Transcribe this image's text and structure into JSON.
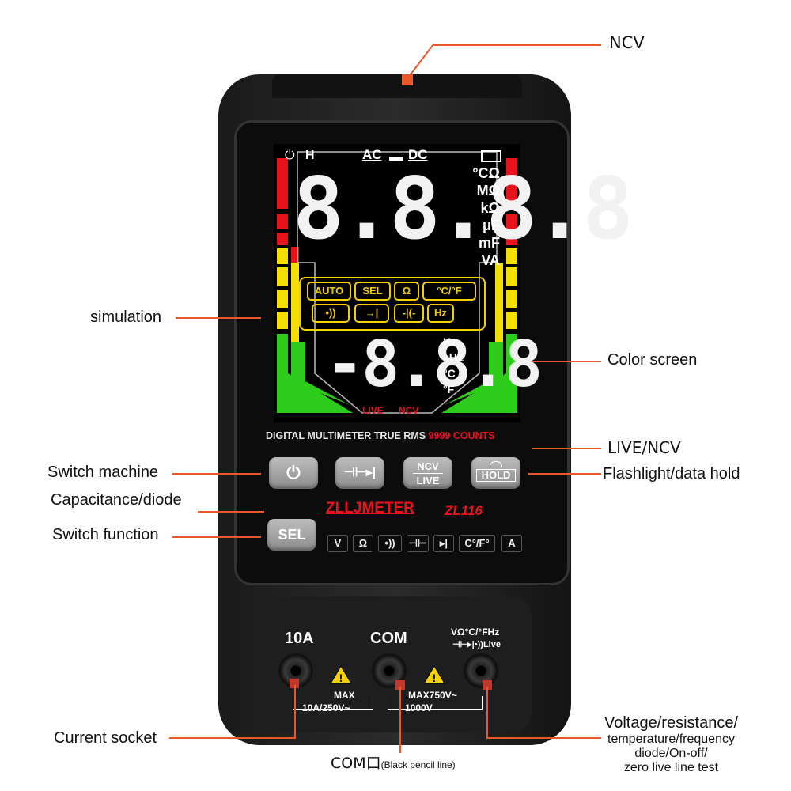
{
  "callouts": {
    "ncv": "NCV",
    "simulation": "simulation",
    "color_screen": "Color screen",
    "live_ncv": "LIVE/NCV",
    "switch_machine": "Switch machine",
    "flashlight": "Flashlight/data hold",
    "cap_diode": "Capacitance/diode",
    "switch_function": "Switch function",
    "current_socket": "Current socket",
    "com_black": "COM口",
    "com_black_sub": "(Black pencil line)",
    "voltage_title": "Voltage/resistance/",
    "voltage_l2": "temperature/frequency",
    "voltage_l3": "diode/On-off/",
    "voltage_l4": "zero live line test"
  },
  "screen": {
    "power_h": "H",
    "ac": "AC",
    "dc": "DC",
    "main_digits": "8.8.8.8",
    "units_right": [
      "°CΩ",
      "MΩ",
      "kΩ",
      "μF",
      "mF",
      "VA"
    ],
    "chips_row1": [
      "AUTO",
      "SEL",
      "Ω",
      "°C/°F"
    ],
    "chips_row2": [
      "•))",
      "→|",
      "-|(-",
      "Hz"
    ],
    "sub_digits": "-8.8.8",
    "sub_units": [
      "Hz",
      "kHZ",
      "°C",
      "°F"
    ],
    "live": "LIVE",
    "ncv": "NCV"
  },
  "face": {
    "banner_text": "DIGITAL MULTIMETER TRUE RMS ",
    "banner_red": "9999 COUNTS",
    "brand": "ZLLJMETER",
    "model": "ZL116"
  },
  "buttons": {
    "power": "⏻",
    "cap_diode": "⊣⊢▸|",
    "ncv_top": "NCV",
    "ncv_bottom": "LIVE",
    "hold": "HOLD",
    "sel": "SEL"
  },
  "function_strip": [
    "V",
    "Ω",
    "•))",
    "⊣⊢",
    "▸|",
    "C°/F°",
    "A"
  ],
  "sockets": {
    "left_label": "10A",
    "mid_label": "COM",
    "right_label_1": "VΩ°C/°FHz",
    "right_label_2": "⊣⊢▸|•))Live",
    "warn_left_1": "MAX",
    "warn_left_2": "10A/250V~",
    "warn_mid_1": "MAX750V~",
    "warn_mid_2": "1000V"
  },
  "colors": {
    "accent": "#e8582a",
    "chip_yellow": "#f4d000",
    "bar_red": "#e8121a",
    "bar_yellow": "#f4e000",
    "bar_green": "#2ecc1a"
  }
}
